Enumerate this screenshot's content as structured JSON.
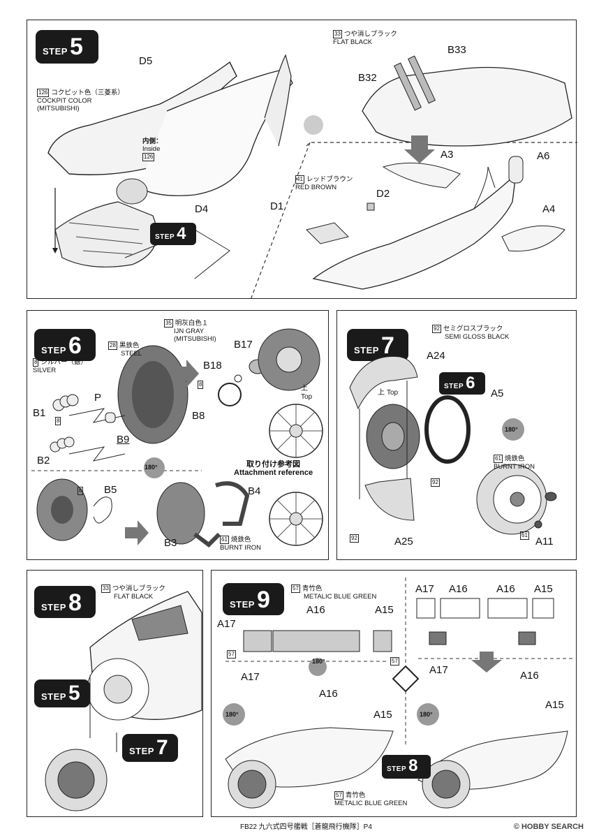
{
  "footer": {
    "text": "FB22 九六式四号艦戦［蒼龍飛行機隊］P4",
    "watermark": "© HOBBY SEARCH"
  },
  "steps": {
    "s5": {
      "step_word": "STEP",
      "step_num": "5",
      "ref_step": "4",
      "parts": [
        "D5",
        "D4",
        "B33",
        "B32",
        "A3",
        "A6",
        "A4",
        "D1",
        "D2"
      ],
      "colors": {
        "c126": {
          "num": "126",
          "jp": "コクピット色（三菱系）",
          "en1": "COCKPIT COLOR",
          "en2": "(MITSUBISHI)"
        },
        "inside": {
          "jp": "内側：",
          "en": "Inside",
          "num": "126"
        },
        "c33": {
          "num": "33",
          "jp": "つや消しブラック",
          "en": "FLAT BLACK"
        },
        "c41": {
          "num": "41",
          "jp": "レッドブラウン",
          "en": "RED BROWN"
        }
      }
    },
    "s6": {
      "step_word": "STEP",
      "step_num": "6",
      "parts": [
        "B1",
        "B2",
        "P",
        "B9",
        "B18",
        "B17",
        "B8",
        "B5",
        "B4",
        "B3"
      ],
      "colors": {
        "c8": {
          "num": "8",
          "jp": "シルバー（銀）",
          "en": "SILVER"
        },
        "c28": {
          "num": "28",
          "jp": "黒鉄色",
          "en": "STEEL"
        },
        "c35": {
          "num": "35",
          "jp": "明灰白色１",
          "en1": "IJN GRAY",
          "en2": "(MITSUBISHI)"
        },
        "c61": {
          "num": "61",
          "jp": "焼鉄色",
          "en": "BURNT IRON"
        }
      },
      "top_jp": "上",
      "top_en": "Top",
      "rotate": "180°",
      "attach_jp": "取り付け参考図",
      "attach_en": "Attachment reference",
      "num8": "8"
    },
    "s7": {
      "step_word": "STEP",
      "step_num": "7",
      "ref_step": "6",
      "parts": [
        "A24",
        "A5",
        "A25",
        "A11"
      ],
      "colors": {
        "c92": {
          "num": "92",
          "jp": "セミグロスブラック",
          "en": "SEMI GLOSS BLACK"
        },
        "c61": {
          "num": "61",
          "jp": "焼鉄色",
          "en": "BURNT IRON"
        }
      },
      "top_jp": "上",
      "top_en": "Top",
      "rotate": "180°",
      "num92": "92",
      "num61": "61"
    },
    "s8": {
      "step_word": "STEP",
      "step_num": "8",
      "ref_a": "5",
      "ref_b": "7",
      "colors": {
        "c33": {
          "num": "33",
          "jp": "つや消しブラック",
          "en": "FLAT BLACK"
        }
      }
    },
    "s9": {
      "step_word": "STEP",
      "step_num": "9",
      "ref_step": "8",
      "parts": [
        "A17",
        "A16",
        "A15"
      ],
      "colors": {
        "c57": {
          "num": "57",
          "jp": "青竹色",
          "en": "METALIC BLUE GREEN"
        }
      },
      "rotate": "180°",
      "num57": "57"
    }
  }
}
